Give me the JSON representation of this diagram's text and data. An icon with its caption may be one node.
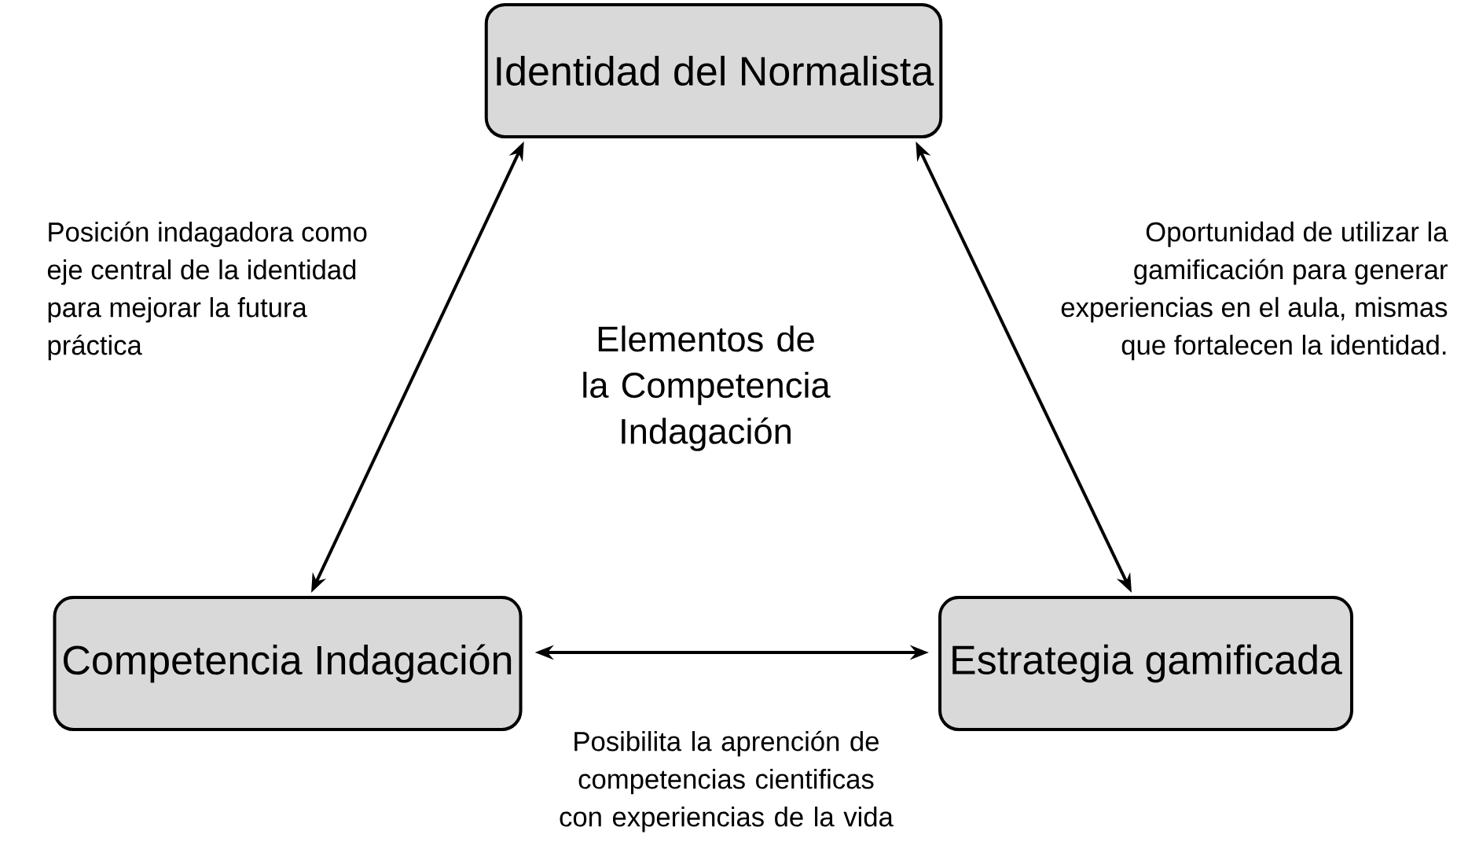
{
  "diagram": {
    "title": "Elementos de la Competencia Indagación",
    "nodes": [
      {
        "text": [
          "Identidad del Normalista"
        ]
      },
      {
        "text": [
          "Competencia Indagación"
        ]
      },
      {
        "text": [
          "Estrategia gamificada"
        ]
      }
    ],
    "edges": [
      {
        "from": 0,
        "to": 1,
        "arrow": "both",
        "label": "Posición indagadora como eje central de la identidad para mejorar la futura práctica"
      },
      {
        "from": 0,
        "to": 2,
        "arrow": "both",
        "label": "Oportunidad de utilizar la gamificación para generar experiencias en el aula, mismas que fortalecen la identidad."
      },
      {
        "from": 1,
        "to": 2,
        "arrow": "both",
        "label": "Posibilita la aprención de competencias cientificas con experiencias de la vida"
      }
    ]
  }
}
